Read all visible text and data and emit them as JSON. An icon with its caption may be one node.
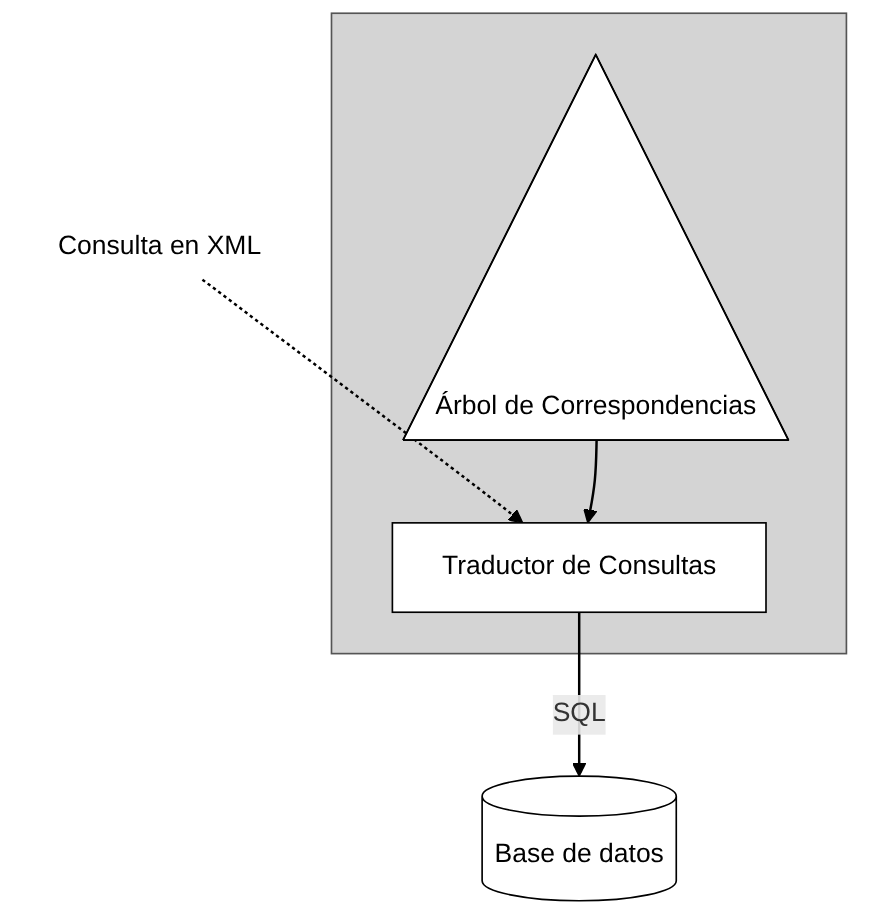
{
  "diagram": {
    "nodes": [
      {
        "text": [
          "Consulta en XML"
        ]
      },
      {
        "text": [],
        "shape": "box"
      },
      {
        "text": [
          "Traductor de Consultas"
        ],
        "in": 1
      },
      {
        "text": [
          "Árbol de Correspondencias"
        ],
        "in": 1
      },
      {
        "text": [
          "Base de datos"
        ]
      }
    ],
    "edges": [
      {
        "from": 0,
        "to": 2,
        "arrow": "to",
        "style": "dashed"
      },
      {
        "from": 3,
        "to": 2,
        "arrow": "to"
      },
      {
        "from": 2,
        "to": 4,
        "arrow": "to",
        "label": "SQL"
      }
    ]
  }
}
